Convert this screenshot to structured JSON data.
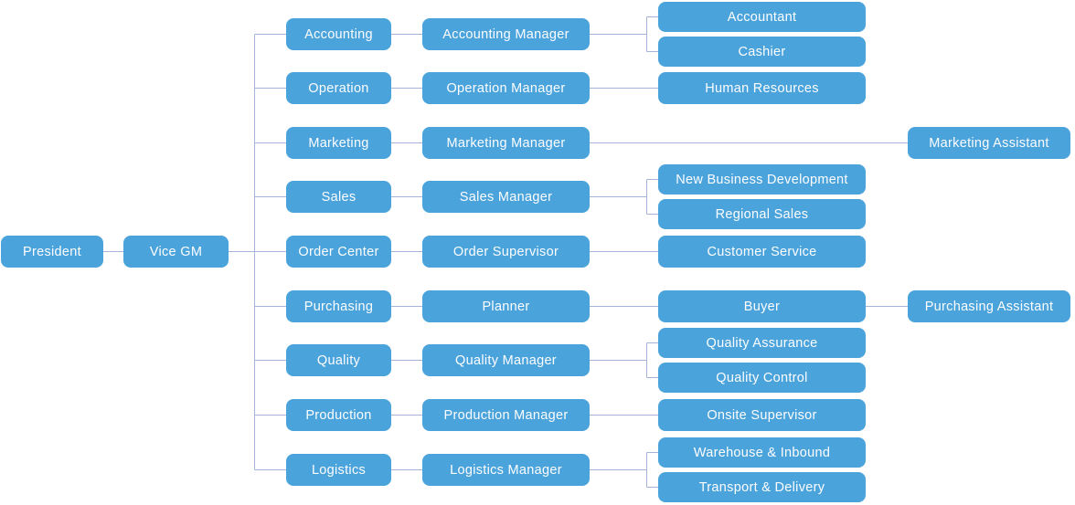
{
  "diagram": {
    "type": "org_chart",
    "colors": {
      "node_fill": "#4ba3dc",
      "node_text": "#ffffff",
      "connector": "#a7b4da",
      "background": "#ffffff"
    },
    "nodes": {
      "president": "President",
      "vice_gm": "Vice GM",
      "accounting": "Accounting",
      "operation": "Operation",
      "marketing": "Marketing",
      "sales": "Sales",
      "order_center": "Order Center",
      "purchasing": "Purchasing",
      "quality": "Quality",
      "production": "Production",
      "logistics": "Logistics",
      "accounting_manager": "Accounting Manager",
      "operation_manager": "Operation Manager",
      "marketing_manager": "Marketing Manager",
      "sales_manager": "Sales Manager",
      "order_supervisor": "Order Supervisor",
      "planner": "Planner",
      "quality_manager": "Quality Manager",
      "production_manager": "Production Manager",
      "logistics_manager": "Logistics Manager",
      "accountant": "Accountant",
      "cashier": "Cashier",
      "human_resources": "Human Resources",
      "new_business_development": "New Business Development",
      "regional_sales": "Regional Sales",
      "customer_service": "Customer Service",
      "buyer": "Buyer",
      "quality_assurance": "Quality Assurance",
      "quality_control": "Quality Control",
      "onsite_supervisor": "Onsite Supervisor",
      "warehouse_inbound": "Warehouse & Inbound",
      "transport_delivery": "Transport & Delivery",
      "marketing_assistant": "Marketing Assistant",
      "purchasing_assistant": "Purchasing Assistant"
    },
    "edges": [
      [
        "President",
        "Vice GM"
      ],
      [
        "Vice GM",
        "Accounting"
      ],
      [
        "Vice GM",
        "Operation"
      ],
      [
        "Vice GM",
        "Marketing"
      ],
      [
        "Vice GM",
        "Sales"
      ],
      [
        "Vice GM",
        "Order Center"
      ],
      [
        "Vice GM",
        "Purchasing"
      ],
      [
        "Vice GM",
        "Quality"
      ],
      [
        "Vice GM",
        "Production"
      ],
      [
        "Vice GM",
        "Logistics"
      ],
      [
        "Accounting",
        "Accounting Manager"
      ],
      [
        "Operation",
        "Operation Manager"
      ],
      [
        "Marketing",
        "Marketing Manager"
      ],
      [
        "Sales",
        "Sales Manager"
      ],
      [
        "Order Center",
        "Order Supervisor"
      ],
      [
        "Purchasing",
        "Planner"
      ],
      [
        "Quality",
        "Quality Manager"
      ],
      [
        "Production",
        "Production Manager"
      ],
      [
        "Logistics",
        "Logistics Manager"
      ],
      [
        "Accounting Manager",
        "Accountant"
      ],
      [
        "Accounting Manager",
        "Cashier"
      ],
      [
        "Operation Manager",
        "Human Resources"
      ],
      [
        "Marketing Manager",
        "Marketing Assistant"
      ],
      [
        "Sales Manager",
        "New Business Development"
      ],
      [
        "Sales Manager",
        "Regional Sales"
      ],
      [
        "Order Supervisor",
        "Customer Service"
      ],
      [
        "Planner",
        "Buyer"
      ],
      [
        "Buyer",
        "Purchasing Assistant"
      ],
      [
        "Quality Manager",
        "Quality Assurance"
      ],
      [
        "Quality Manager",
        "Quality Control"
      ],
      [
        "Production Manager",
        "Onsite Supervisor"
      ],
      [
        "Logistics Manager",
        "Warehouse & Inbound"
      ],
      [
        "Logistics Manager",
        "Transport & Delivery"
      ]
    ]
  }
}
